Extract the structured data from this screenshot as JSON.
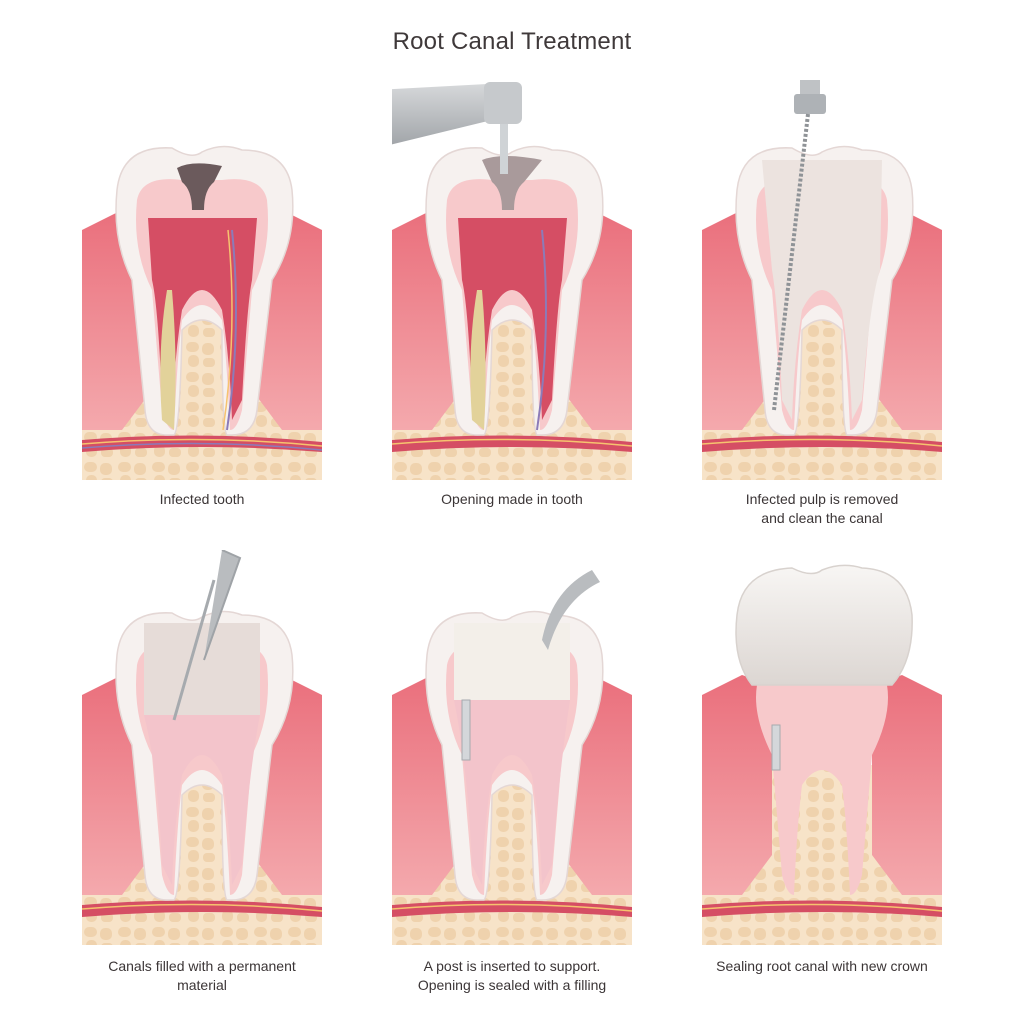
{
  "title": "Root Canal Treatment",
  "colors": {
    "gum": "#e9737f",
    "gum_light": "#f3a3a8",
    "bone": "#f7e3c8",
    "bone_cells": "#efd2ad",
    "enamel": "#f6f1ef",
    "dentin": "#f7c9cb",
    "pulp": "#d54e64",
    "decay": "#6b5a5c",
    "instrument": "#b9bcbf",
    "crown": "#ece8e5",
    "filling": "#f3d6d9"
  },
  "steps": [
    {
      "id": 1,
      "caption": "Infected tooth",
      "icon": "infected-tooth-illustration"
    },
    {
      "id": 2,
      "caption": "Opening made in tooth",
      "icon": "dental-drill-illustration"
    },
    {
      "id": 3,
      "caption_line1": "Infected pulp is removed",
      "caption_line2": "and clean the canal",
      "icon": "endodontic-file-illustration"
    },
    {
      "id": 4,
      "caption_line1": "Canals filled with a permanent",
      "caption_line2": "material",
      "icon": "canal-filling-illustration"
    },
    {
      "id": 5,
      "caption_line1": "A post is inserted to support.",
      "caption_line2": "Opening is sealed with a filling",
      "icon": "post-and-filling-illustration"
    },
    {
      "id": 6,
      "caption": "Sealing root canal with new crown",
      "icon": "crown-illustration"
    }
  ]
}
